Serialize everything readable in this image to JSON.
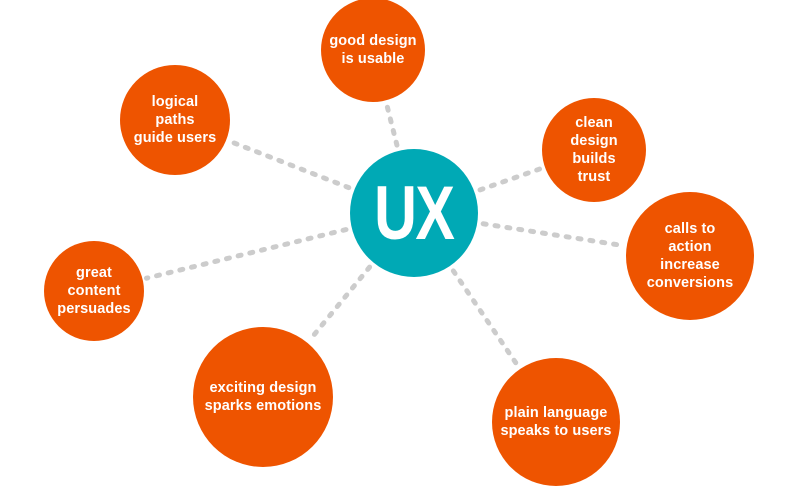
{
  "diagram": {
    "hub": {
      "label": "UX",
      "color": "#00A9B5"
    },
    "bubble_color": "#EE5400",
    "connector_color": "#CCCCCC",
    "nodes": [
      {
        "id": "good-design",
        "label": "good design\nis usable"
      },
      {
        "id": "logical-paths",
        "label": "logical\npaths\nguide users"
      },
      {
        "id": "clean-design",
        "label": "clean\ndesign\nbuilds\ntrust"
      },
      {
        "id": "calls-to-action",
        "label": "calls to\naction\nincrease\nconversions"
      },
      {
        "id": "great-content",
        "label": "great\ncontent\npersuades"
      },
      {
        "id": "exciting-design",
        "label": "exciting design\nsparks emotions"
      },
      {
        "id": "plain-language",
        "label": "plain language\nspeaks to users"
      }
    ]
  }
}
